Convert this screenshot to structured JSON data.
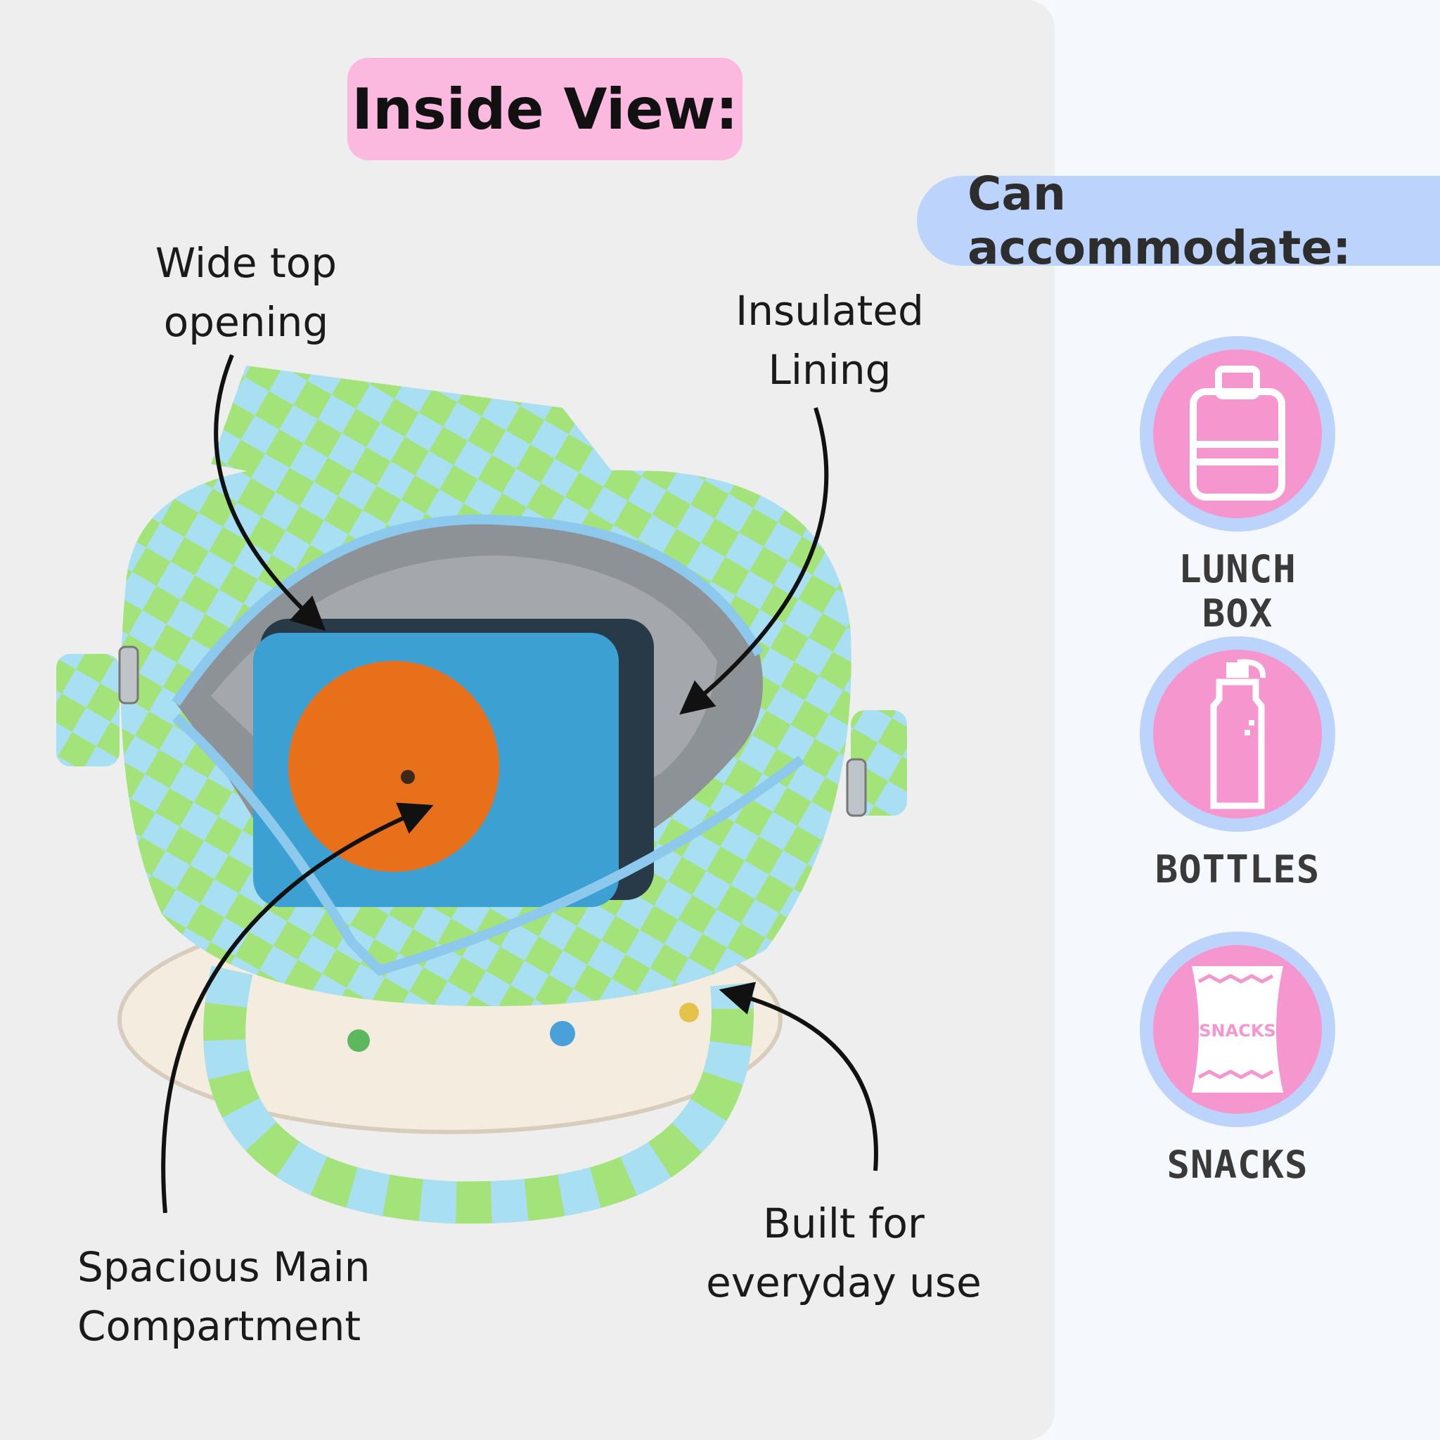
{
  "header": {
    "title": "Inside View:"
  },
  "sidebar": {
    "title": "Can accommodate:",
    "items": [
      {
        "label": "LUNCH BOX",
        "icon": "lunch-box-icon"
      },
      {
        "label": "BOTTLES",
        "icon": "bottle-icon"
      },
      {
        "label": "SNACKS",
        "icon": "snacks-bag-icon",
        "icon_text": "SNACKS"
      }
    ]
  },
  "callouts": {
    "wide_top": {
      "line1": "Wide top",
      "line2": "opening"
    },
    "insulated": {
      "line1": "Insulated",
      "line2": "Lining"
    },
    "spacious": {
      "line1": "Spacious Main",
      "line2": "Compartment"
    },
    "everyday": {
      "line1": "Built for",
      "line2": "everyday use"
    }
  },
  "colors": {
    "title_pill": "#fbb9df",
    "sidebar_pill": "#bcd4fb",
    "icon_fill": "#f596cf",
    "bag_green": "#a4e37a",
    "bag_blue": "#a9dff2"
  }
}
